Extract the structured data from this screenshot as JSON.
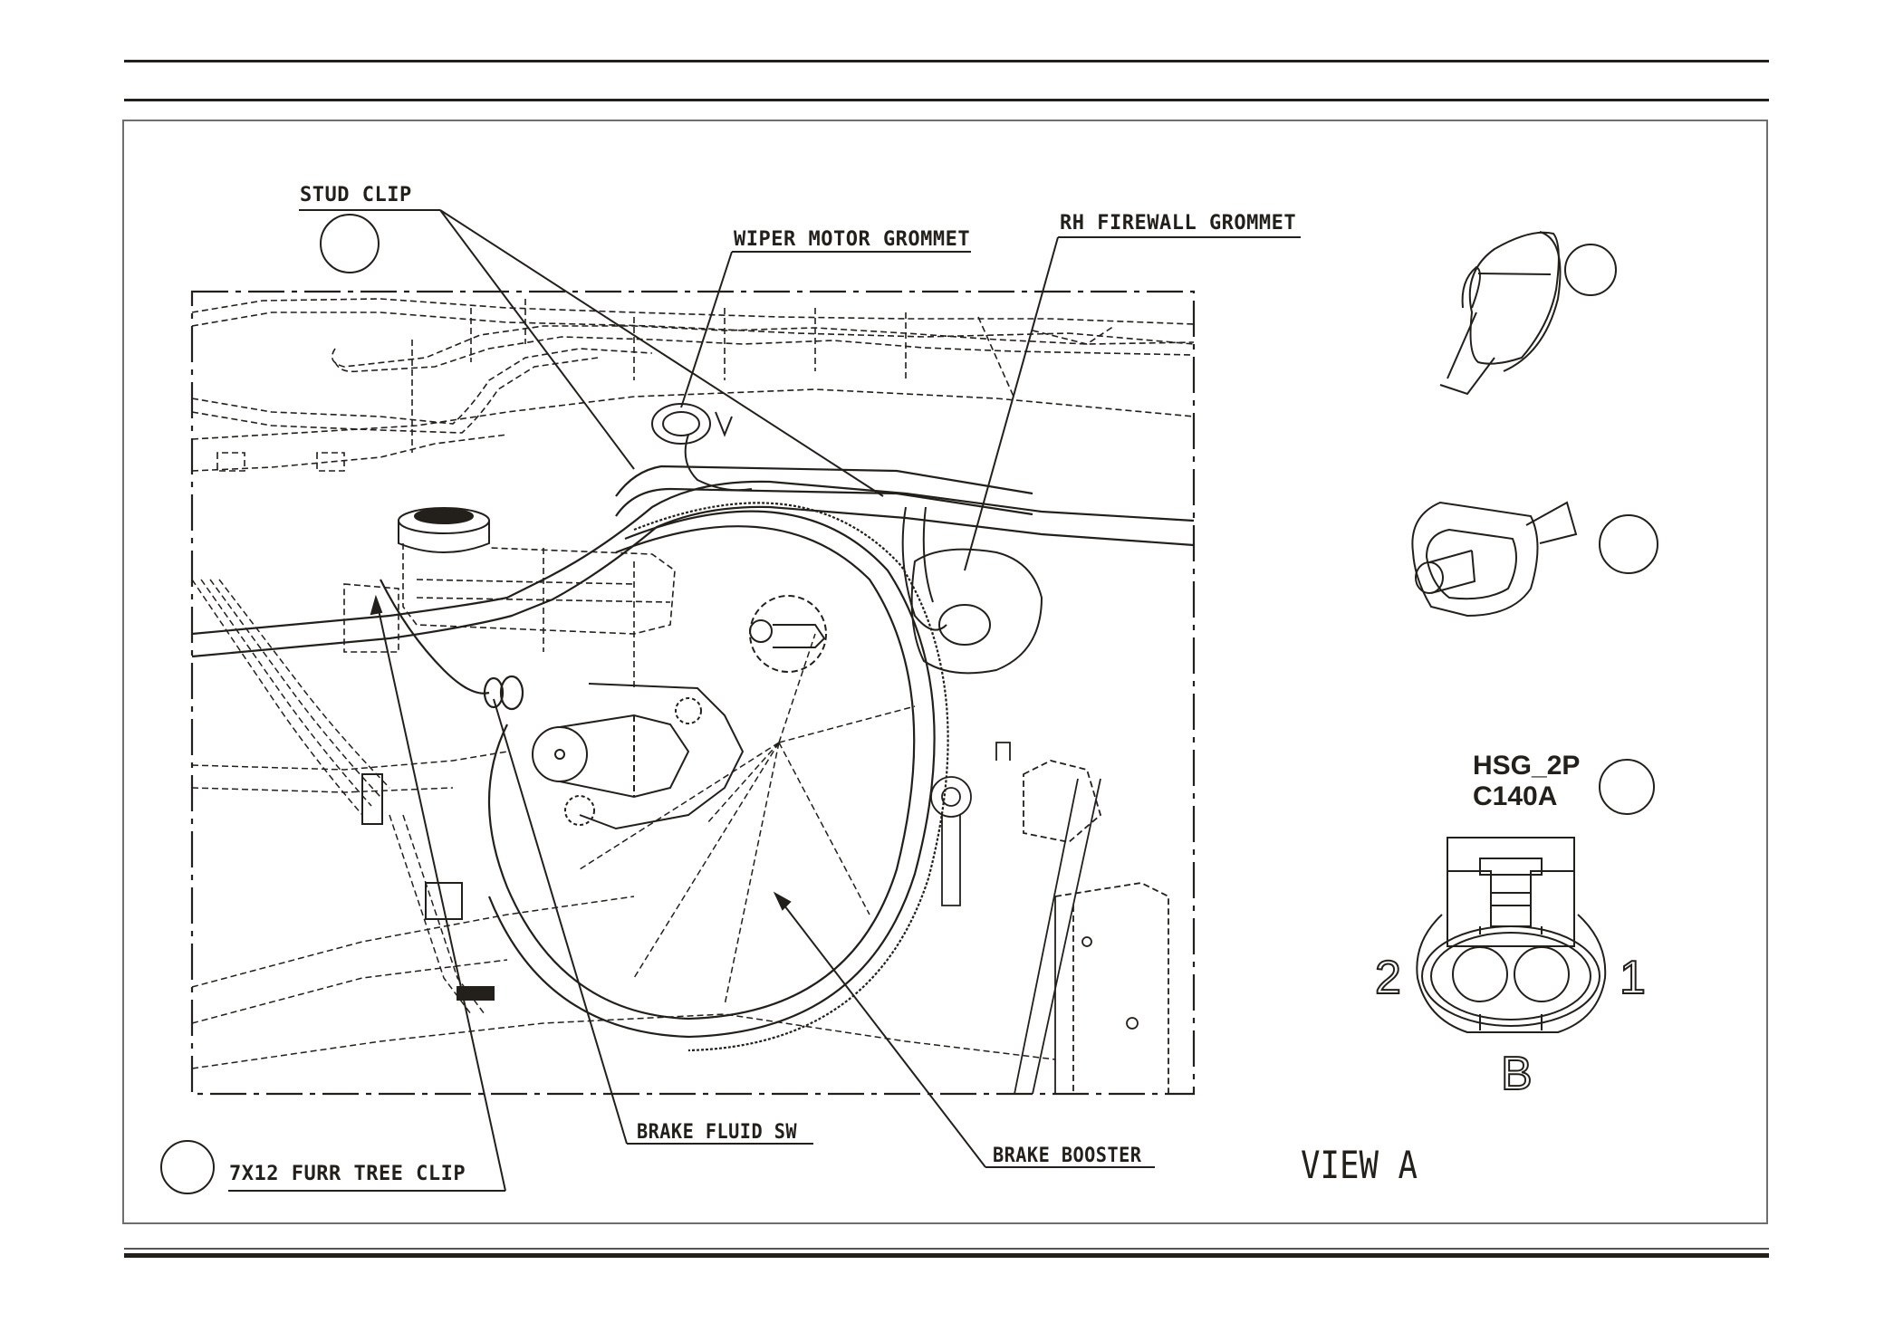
{
  "document": {
    "header_rules": 2,
    "footer_rules": 2
  },
  "callouts": {
    "stud_clip": "STUD CLIP",
    "wiper_motor_grommet": "WIPER MOTOR GROMMET",
    "rh_firewall_grommet": "RH FIREWALL GROMMET",
    "furr_tree_clip": "7X12 FURR TREE CLIP",
    "brake_fluid_sw": "BRAKE FLUID SW",
    "brake_booster": "BRAKE BOOSTER"
  },
  "connector": {
    "housing": "HSG_2P",
    "id": "C140A",
    "pin_left": "2",
    "pin_right": "1",
    "view_letter": "B"
  },
  "view_label": "VIEW A",
  "line_color": "#231f1a",
  "frame_color": "#6e6e6e"
}
